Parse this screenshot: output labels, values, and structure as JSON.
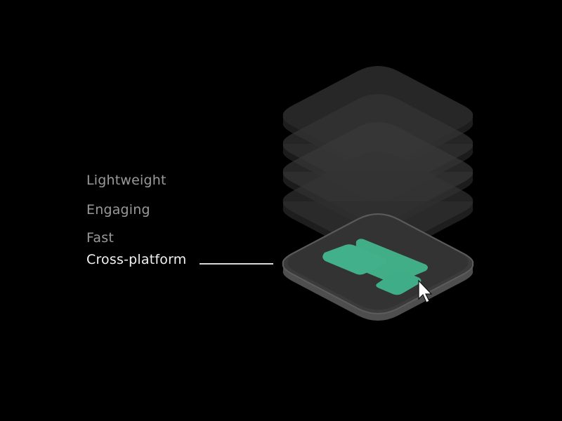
{
  "features": {
    "items": [
      {
        "label": "Lightweight",
        "active": false
      },
      {
        "label": "Engaging",
        "active": false
      },
      {
        "label": "Fast",
        "active": false
      },
      {
        "label": "Cross-platform",
        "active": true
      }
    ]
  },
  "illustration": {
    "layer_count": 5,
    "active_layer": "Cross-platform",
    "colors": {
      "background": "#000000",
      "layer_fill": "#2e2e2e",
      "plate_fill": "#3a3a3a",
      "plate_rim": "#5a5a5a",
      "accent_green": "#3fae88",
      "text_inactive": "#9a9a9a",
      "text_active": "#f2f2f2"
    },
    "cursor": "pointer-arrow"
  }
}
